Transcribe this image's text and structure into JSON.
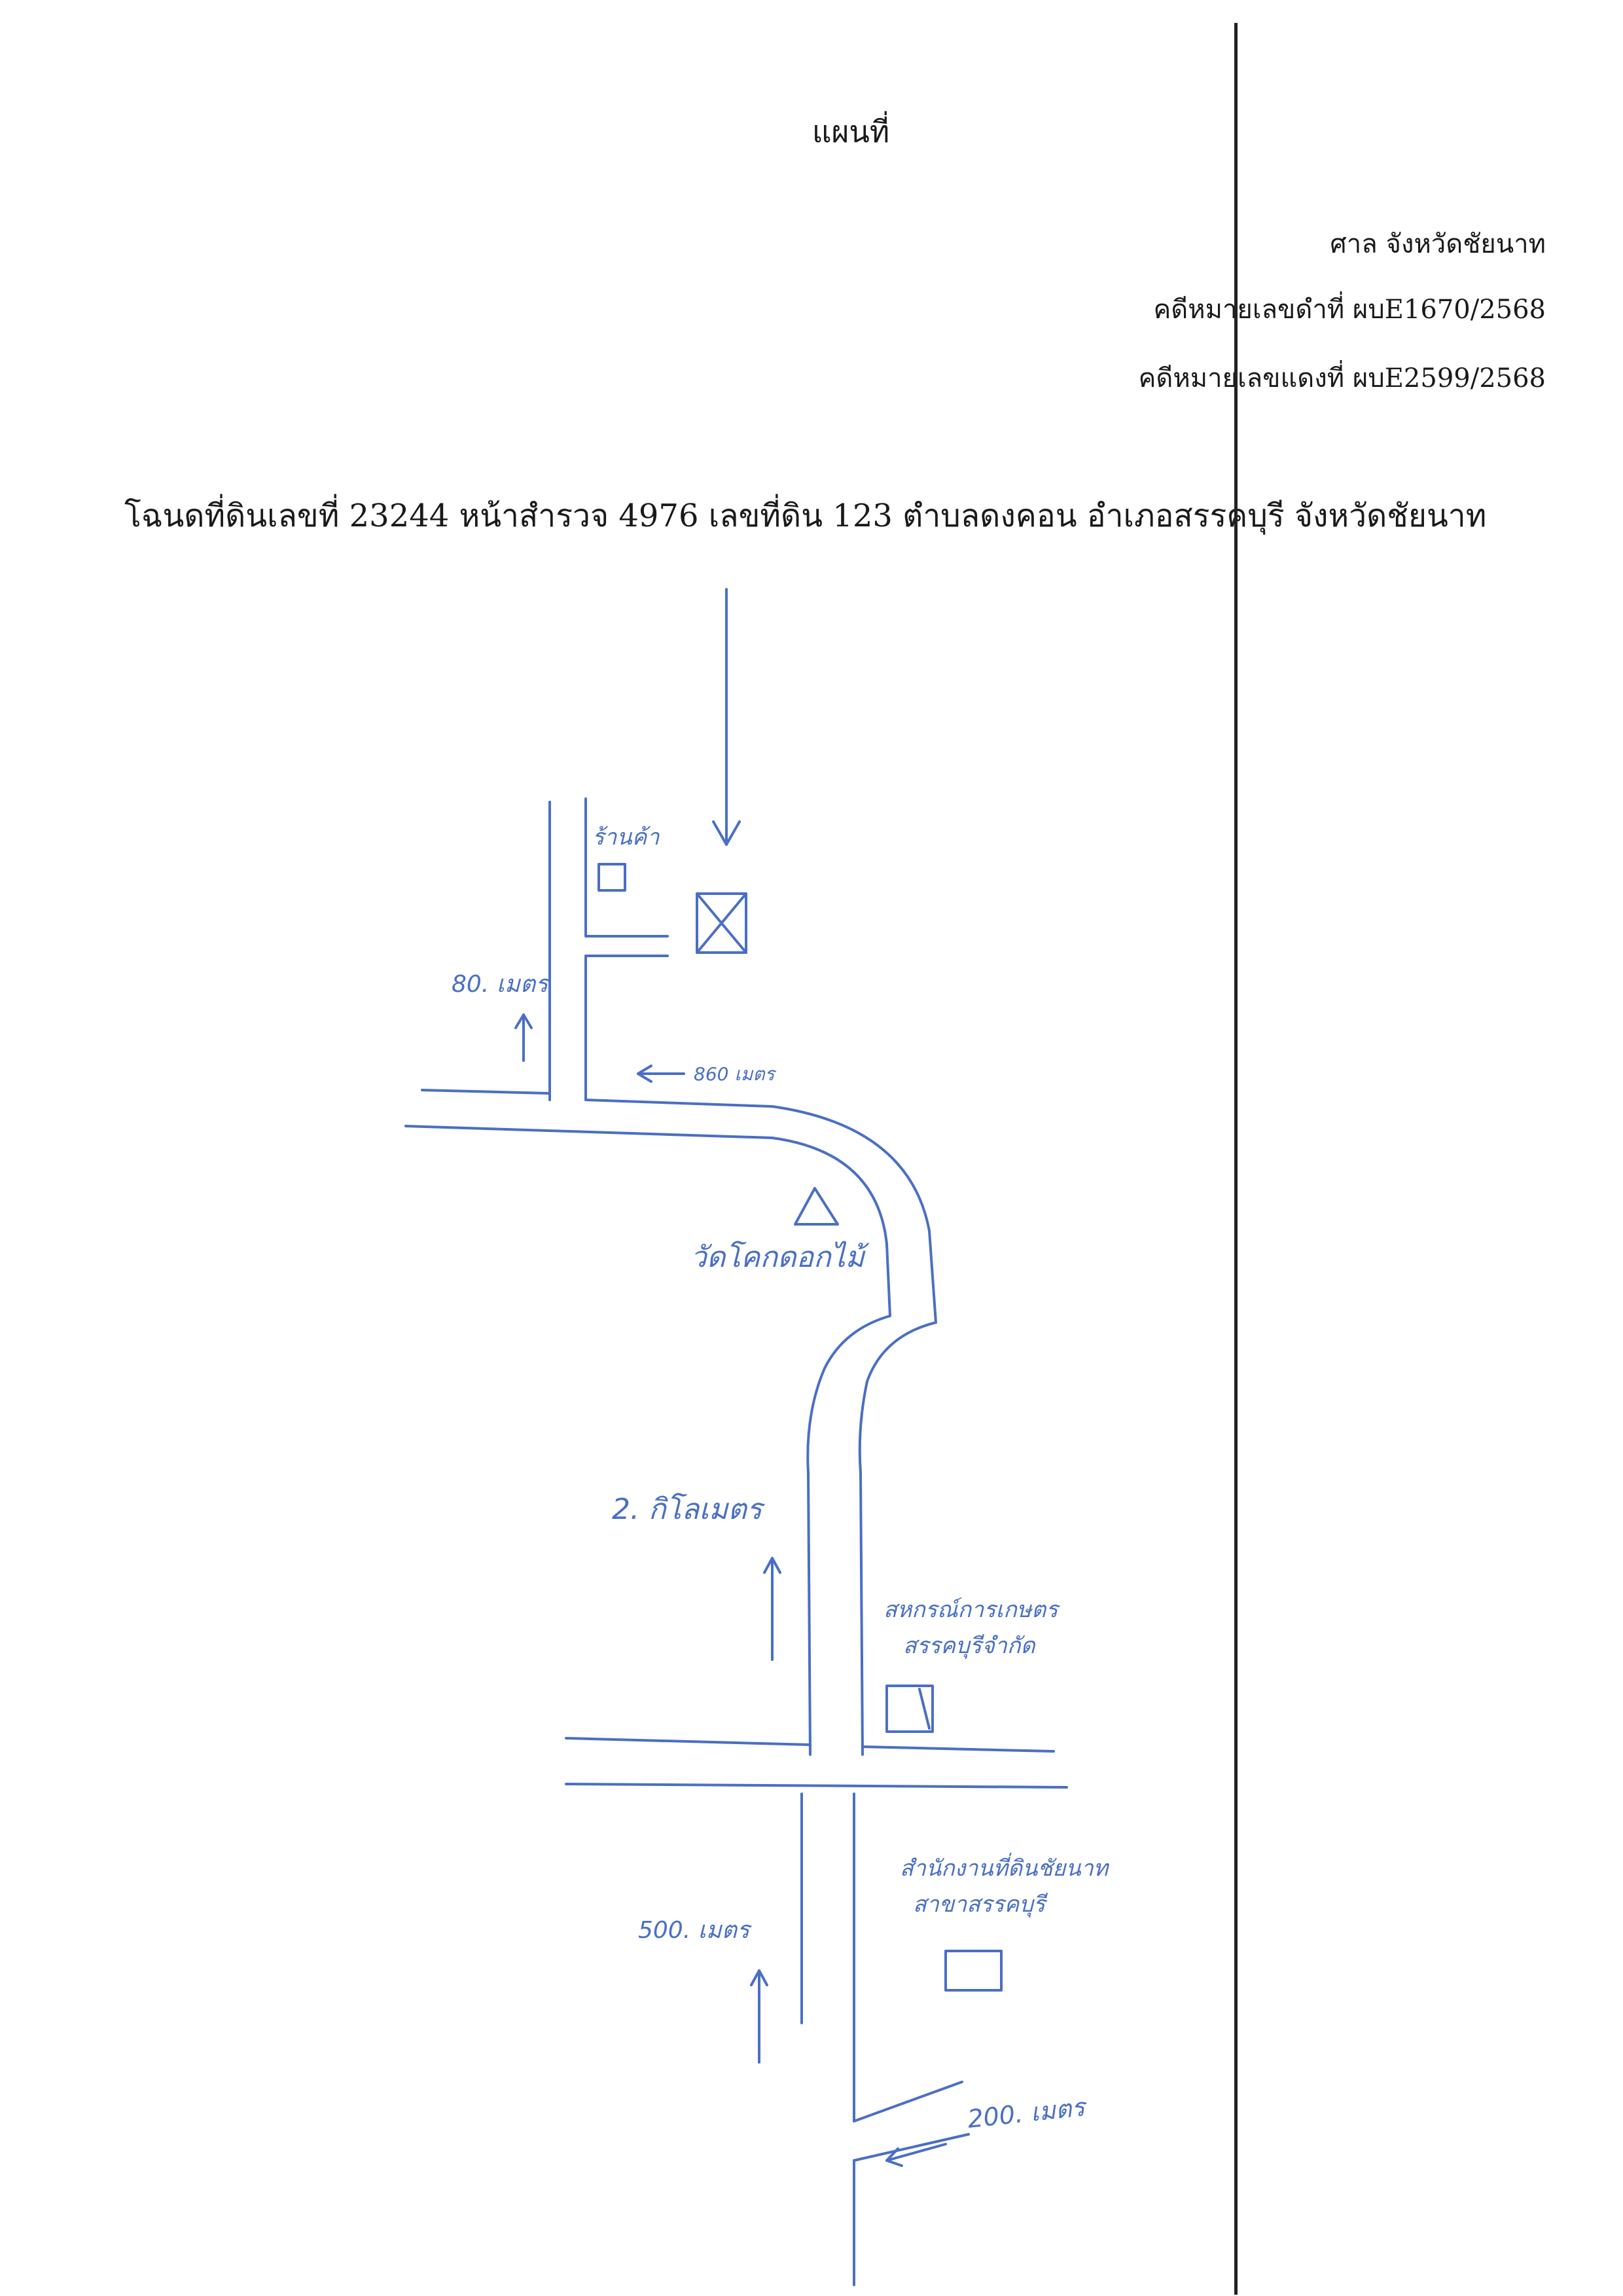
{
  "document": {
    "title": "แผนที่",
    "court": "ศาล จังหวัดชัยนาท",
    "black_case": "คดีหมายเลขดำที่ ผบE1670/2568",
    "red_case": "คดีหมายเลขแดงที่ ผบE2599/2568",
    "deed_line": "โฉนดที่ดินเลขที่ 23244 หน้าสำรวจ 4976 เลขที่ดิน 123 ตำบลดงคอน อำเภอสรรคบุรี จังหวัดชัยนาท"
  },
  "map": {
    "landmarks": {
      "shop": "ร้านค้า",
      "temple": "วัดโคกดอกไม้",
      "coop_line1": "สหกรณ์การเกษตร",
      "coop_line2": "สรรคบุรีจำกัด",
      "land_office_line1": "สำนักงานที่ดินชัยนาท",
      "land_office_line2": "สาขาสรรคบุรี"
    },
    "distances": {
      "d80": "80. เมตร",
      "d860": "860 เมตร",
      "d2km": "2. กิโลเมตร",
      "d500": "500. เมตร",
      "d200": "200. เมตร"
    },
    "ink_color": "#4a6fc4"
  }
}
